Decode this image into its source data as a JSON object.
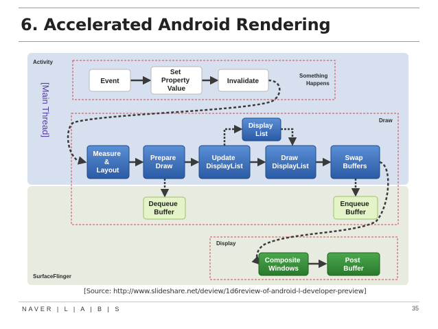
{
  "slide": {
    "title": "6. Accelerated Android Rendering",
    "source": "[Source: http://www.slideshare.net/deview/1d6review-of-android-l-developer-preview]",
    "footer_logo": "NAVER | L | A | B | S",
    "page_number": "35"
  },
  "diagram": {
    "regions": {
      "activity": "Activity",
      "surfaceflinger": "SurfaceFlinger",
      "main_thread": "[Main Thread]",
      "something_happens": [
        "Something",
        "Happens"
      ],
      "draw": "Draw",
      "display": "Display"
    },
    "nodes": {
      "event": [
        "Event"
      ],
      "set_property_value": [
        "Set",
        "Property",
        "Value"
      ],
      "invalidate": [
        "Invalidate"
      ],
      "measure_layout": [
        "Measure",
        "&",
        "Layout"
      ],
      "prepare_draw": [
        "Prepare",
        "Draw"
      ],
      "update_displaylist": [
        "Update",
        "DisplayList"
      ],
      "display_list": [
        "Display",
        "List"
      ],
      "draw_displaylist": [
        "Draw",
        "DisplayList"
      ],
      "swap_buffers": [
        "Swap",
        "Buffers"
      ],
      "dequeue_buffer": [
        "Dequeue",
        "Buffer"
      ],
      "enqueue_buffer": [
        "Enqueue",
        "Buffer"
      ],
      "composite_windows": [
        "Composite",
        "Windows"
      ],
      "post_buffer": [
        "Post",
        "Buffer"
      ]
    },
    "colors": {
      "activity_bg": "#d6e0ef",
      "surfaceflinger_bg": "#e8ebdf",
      "blue_box": "#3469b3",
      "green_box": "#2f8a33",
      "light_green_box": "#e4f4c8",
      "white_box": "#ffffff",
      "dashed_border": "#d0474b",
      "main_thread_text": "#5a3fa0"
    }
  }
}
